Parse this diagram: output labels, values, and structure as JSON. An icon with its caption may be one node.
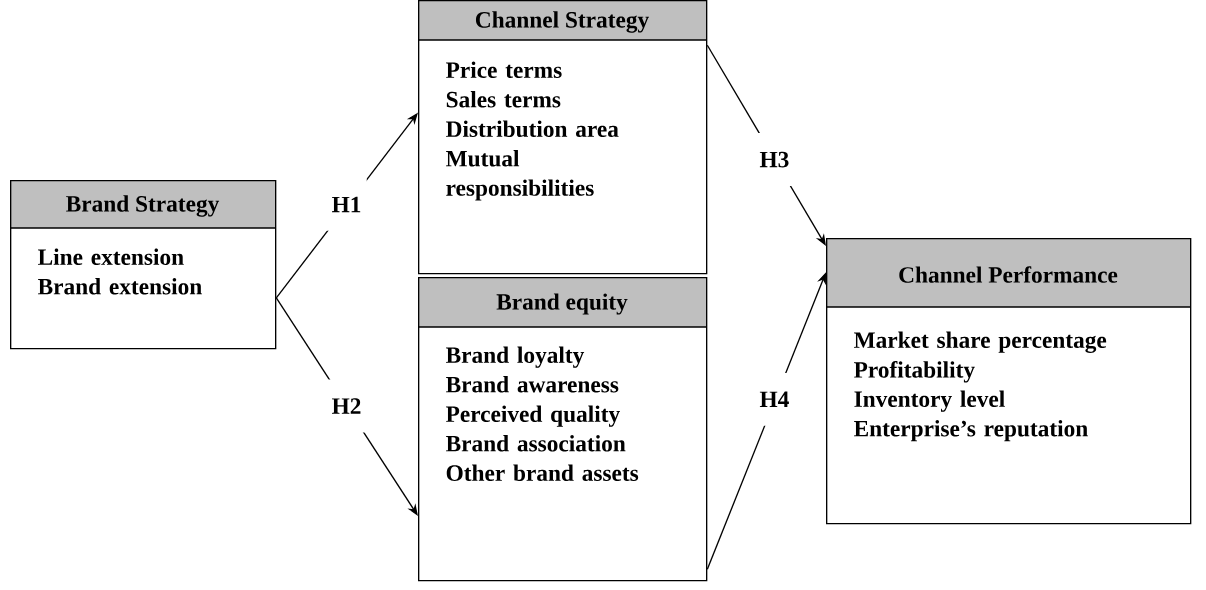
{
  "diagram": {
    "nodes": [
      {
        "text": [
          "Brand Strategy",
          "Line extension",
          "Brand extension"
        ]
      },
      {
        "text": [
          "Channel Strategy",
          "Price terms",
          "Sales terms",
          "Distribution area",
          "Mutual responsibilities"
        ]
      },
      {
        "text": [
          "Brand equity",
          "Brand loyalty",
          "Brand awareness",
          "Perceived quality",
          "Brand association",
          "Other brand assets"
        ]
      },
      {
        "text": [
          "Channel Performance",
          "Market share percentage",
          "Profitability",
          "Inventory level",
          "Enterprise’s reputation"
        ]
      }
    ],
    "edges": [
      {
        "from": 0,
        "to": 1,
        "arrow": "to",
        "label": "H1"
      },
      {
        "from": 0,
        "to": 2,
        "arrow": "to",
        "label": "H2"
      },
      {
        "from": 1,
        "to": 3,
        "arrow": "to",
        "label": "H3"
      },
      {
        "from": 2,
        "to": 3,
        "arrow": "to",
        "label": "H4"
      }
    ]
  }
}
